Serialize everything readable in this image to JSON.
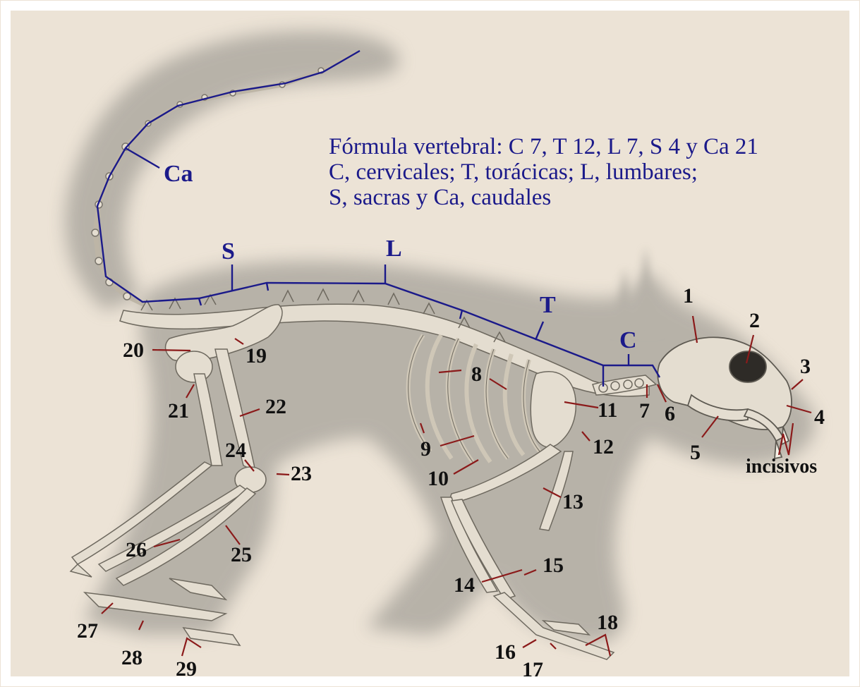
{
  "formula": {
    "line1": "Fórmula vertebral: C 7, T 12, L 7, S 4 y Ca 21",
    "line2": "C, cervicales; T, torácicas; L, lumbares;",
    "line3": "S, sacras y Ca, caudales"
  },
  "segments": {
    "ca": "Ca",
    "s": "S",
    "l": "L",
    "t": "T",
    "c": "C"
  },
  "labels": {
    "n1": "1",
    "n2": "2",
    "n3": "3",
    "n4": "4",
    "n5": "5",
    "n6": "6",
    "n7": "7",
    "n8": "8",
    "n9": "9",
    "n10": "10",
    "n11": "11",
    "n12": "12",
    "n13": "13",
    "n14": "14",
    "n15": "15",
    "n16": "16",
    "n17": "17",
    "n18": "18",
    "n19": "19",
    "n20": "20",
    "n21": "21",
    "n22": "22",
    "n23": "23",
    "n24": "24",
    "n25": "25",
    "n26": "26",
    "n27": "27",
    "n28": "28",
    "n29": "29",
    "incisivos": "incisivos"
  },
  "colors": {
    "background": "#ece3d6",
    "fur": "#8c8a84",
    "bone": "#e4ddd0",
    "spine_line": "#1b1a8a",
    "leader_line": "#8b1a1a",
    "text": "#111111"
  }
}
